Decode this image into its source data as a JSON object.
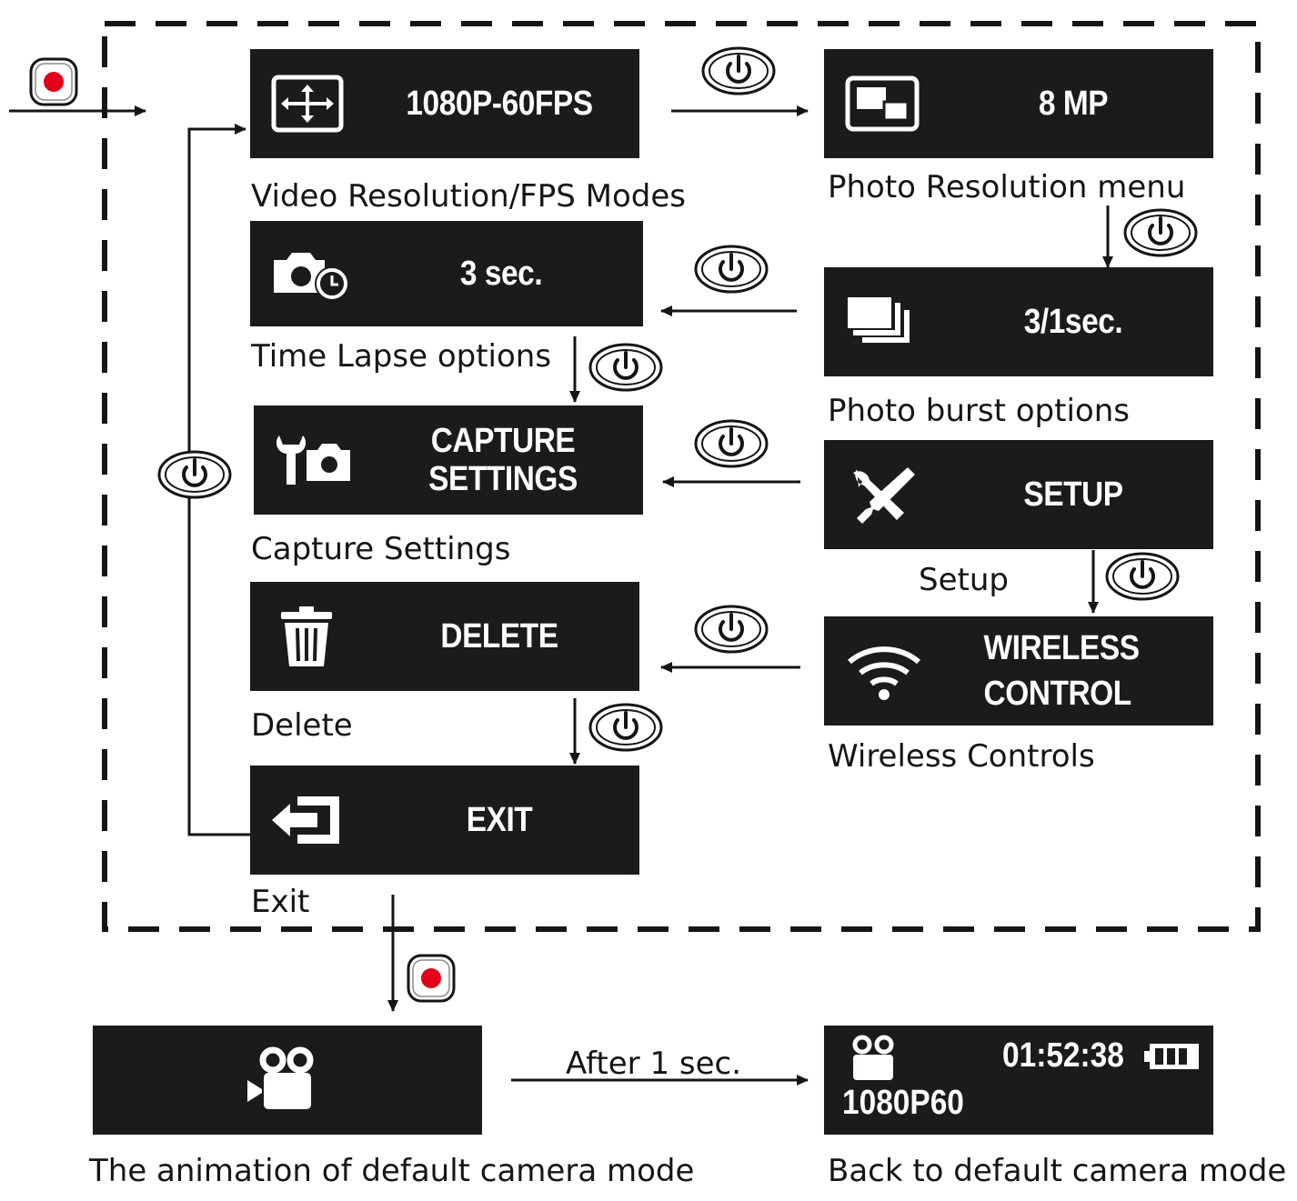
{
  "entry_button_icon": "record-button-icon",
  "step_button_icon": "power-button-icon",
  "menu": {
    "video_resolution": {
      "screen_text": "1080P-60FPS",
      "caption": "Video Resolution/FPS Modes",
      "icon": "video-resolution-icon"
    },
    "photo_resolution": {
      "screen_text": "8 MP",
      "caption": "Photo Resolution menu",
      "icon": "photo-resolution-icon"
    },
    "photo_burst": {
      "screen_text": "3/1sec.",
      "caption": "Photo burst options",
      "icon": "photo-burst-icon"
    },
    "time_lapse": {
      "screen_text": "3 sec.",
      "caption": "Time Lapse options",
      "icon": "time-lapse-icon"
    },
    "capture_settings": {
      "screen_line1": "CAPTURE",
      "screen_line2": "SETTINGS",
      "caption": "Capture Settings",
      "icon": "capture-settings-icon"
    },
    "setup": {
      "screen_text": "SETUP",
      "caption": "Setup",
      "icon": "setup-tools-icon"
    },
    "wireless": {
      "screen_line1": "WIRELESS",
      "screen_line2": "CONTROL",
      "caption": "Wireless Controls",
      "icon": "wifi-icon"
    },
    "delete": {
      "screen_text": "DELETE",
      "caption": "Delete",
      "icon": "trash-icon"
    },
    "exit": {
      "screen_text": "EXIT",
      "caption": "Exit",
      "icon": "exit-icon"
    }
  },
  "default_mode": {
    "animation_caption": "The animation of default camera mode",
    "transition_label": "After 1 sec.",
    "back_caption": "Back to default camera mode",
    "time": "01:52:38",
    "resolution": "1080P60",
    "camera_icon": "video-camera-icon",
    "battery_icon": "battery-icon"
  },
  "colors": {
    "screen_bg": "#1c1a1a",
    "record_dot": "#e3001b",
    "text": "#151515"
  }
}
